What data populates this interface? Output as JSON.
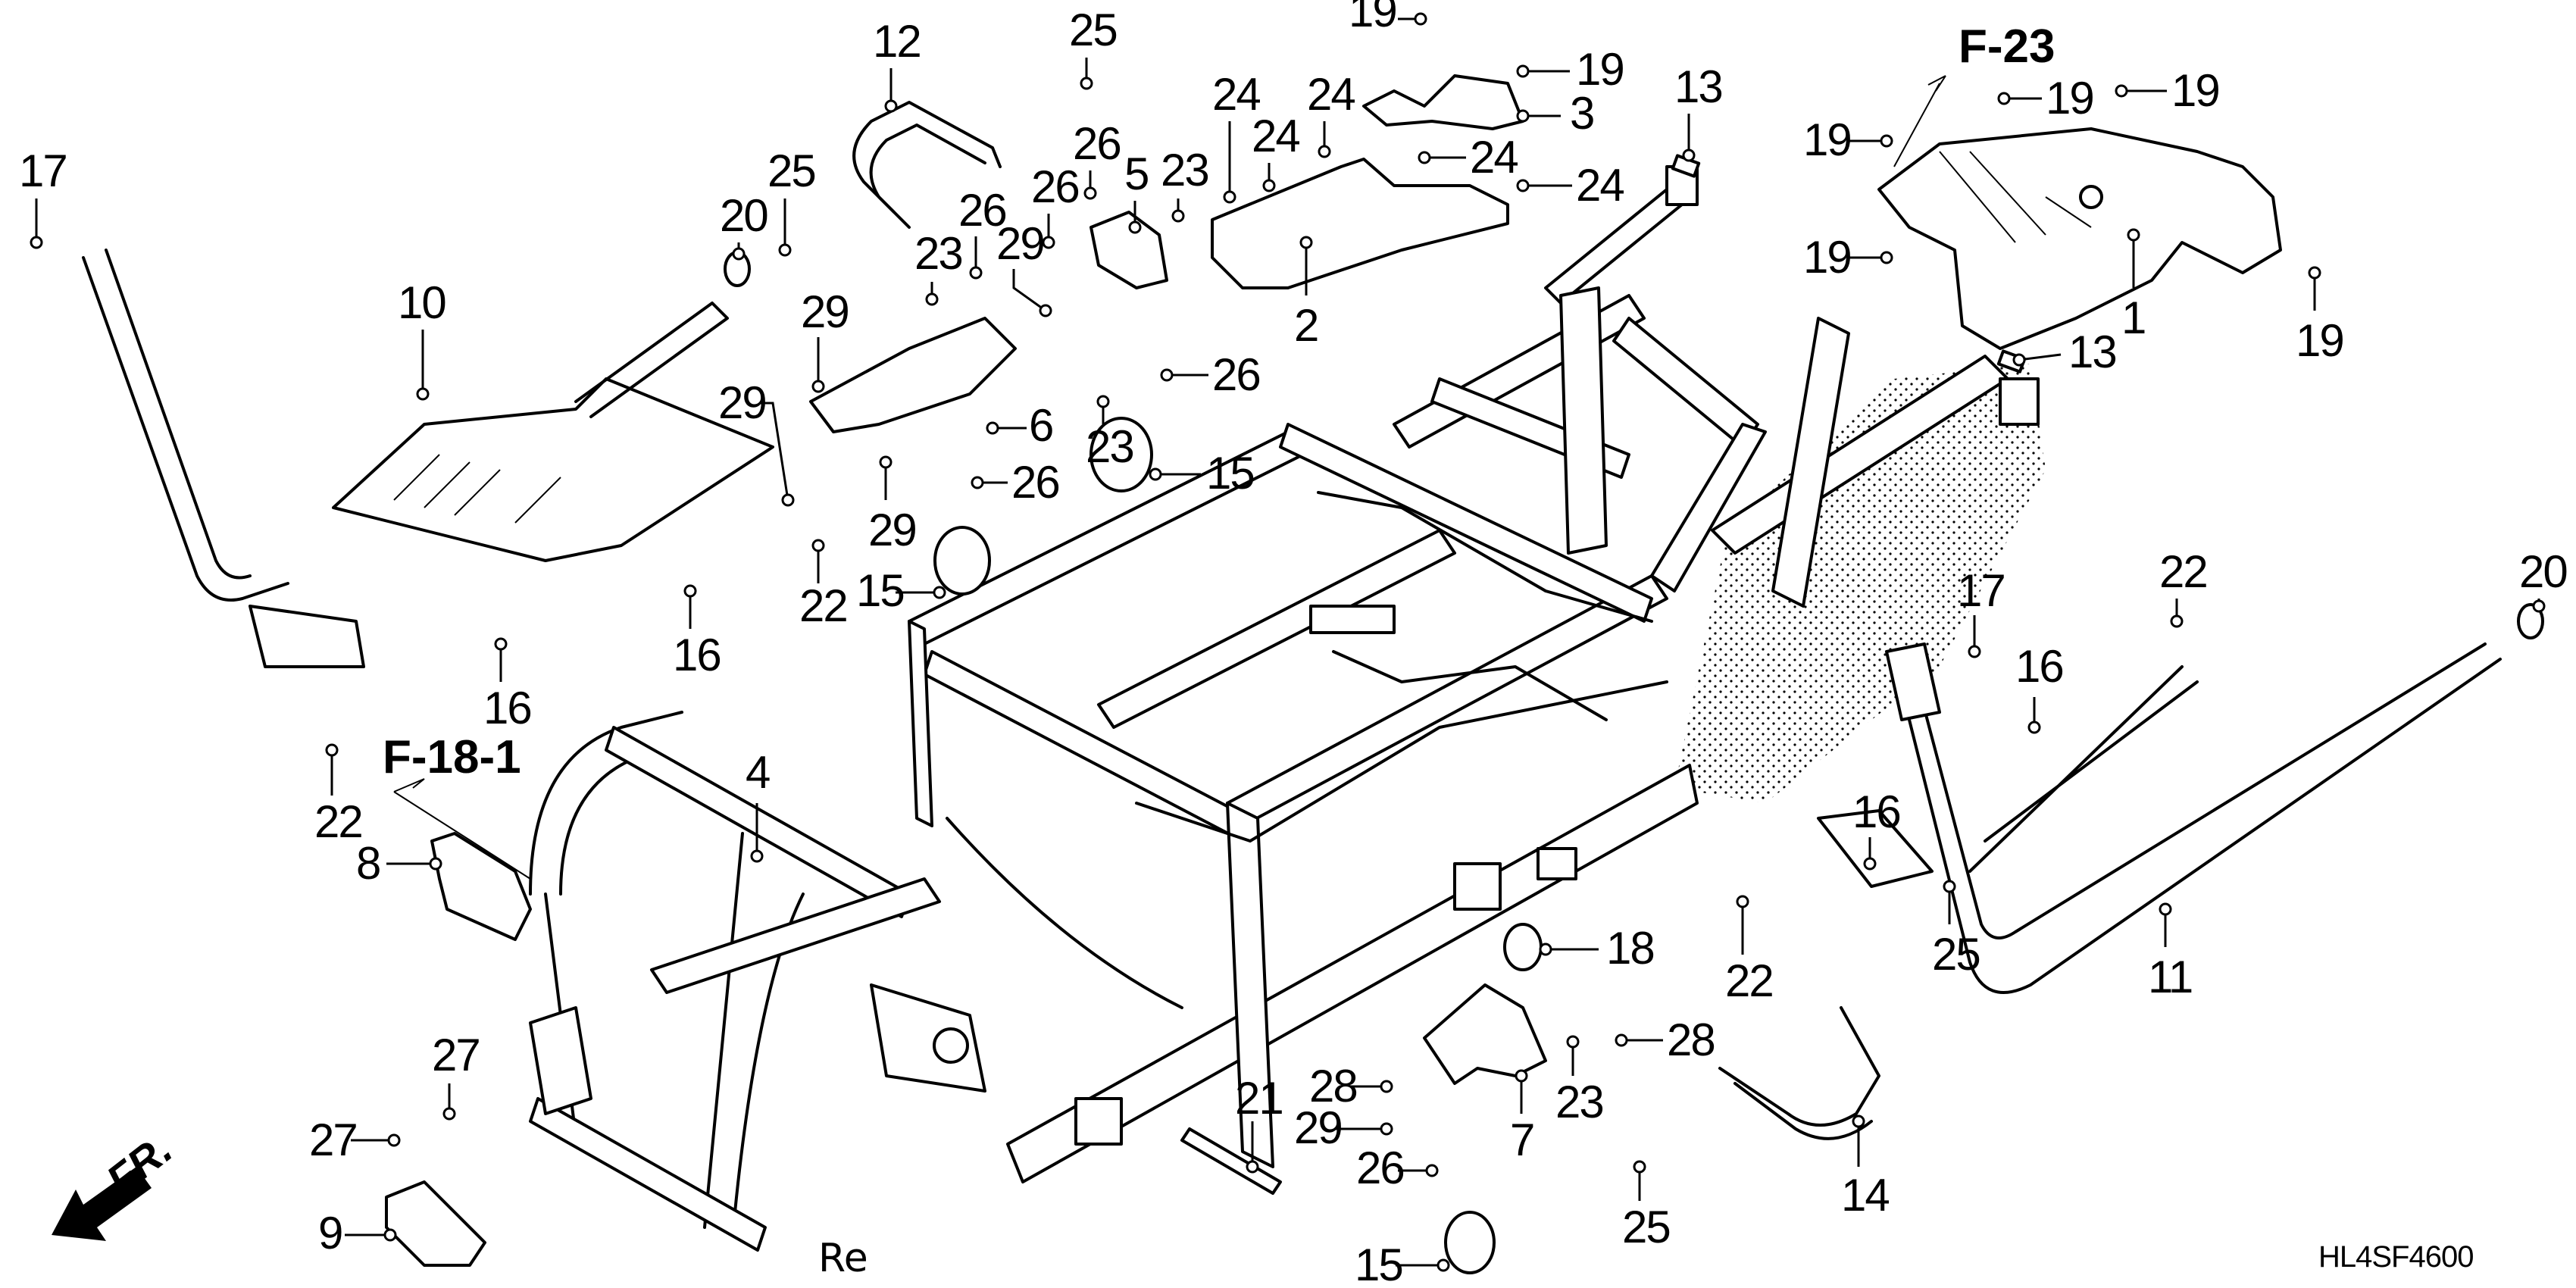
{
  "diagram": {
    "title_code": "HL4SF4600",
    "front_indicator": "FR.",
    "bottom_note": "Re",
    "references": [
      {
        "id": "ref-f23",
        "text": "F-23"
      },
      {
        "id": "ref-f18-1",
        "text": "F-18-1"
      }
    ],
    "callouts": [
      {
        "part": "1",
        "name": "callout-1"
      },
      {
        "part": "2",
        "name": "callout-2"
      },
      {
        "part": "3",
        "name": "callout-3"
      },
      {
        "part": "4",
        "name": "callout-4"
      },
      {
        "part": "5",
        "name": "callout-5"
      },
      {
        "part": "6",
        "name": "callout-6"
      },
      {
        "part": "7",
        "name": "callout-7"
      },
      {
        "part": "8",
        "name": "callout-8"
      },
      {
        "part": "9",
        "name": "callout-9"
      },
      {
        "part": "10",
        "name": "callout-10"
      },
      {
        "part": "11",
        "name": "callout-11"
      },
      {
        "part": "12",
        "name": "callout-12"
      },
      {
        "part": "13",
        "name": "callout-13-a"
      },
      {
        "part": "13",
        "name": "callout-13-b"
      },
      {
        "part": "14",
        "name": "callout-14"
      },
      {
        "part": "15",
        "name": "callout-15-a"
      },
      {
        "part": "15",
        "name": "callout-15-b"
      },
      {
        "part": "15",
        "name": "callout-15-c"
      },
      {
        "part": "16",
        "name": "callout-16-a"
      },
      {
        "part": "16",
        "name": "callout-16-b"
      },
      {
        "part": "16",
        "name": "callout-16-c"
      },
      {
        "part": "16",
        "name": "callout-16-d"
      },
      {
        "part": "17",
        "name": "callout-17-a"
      },
      {
        "part": "17",
        "name": "callout-17-b"
      },
      {
        "part": "18",
        "name": "callout-18"
      },
      {
        "part": "19",
        "name": "callout-19-a"
      },
      {
        "part": "19",
        "name": "callout-19-b"
      },
      {
        "part": "19",
        "name": "callout-19-c"
      },
      {
        "part": "19",
        "name": "callout-19-d"
      },
      {
        "part": "19",
        "name": "callout-19-e"
      },
      {
        "part": "19",
        "name": "callout-19-f"
      },
      {
        "part": "19",
        "name": "callout-19-g"
      },
      {
        "part": "20",
        "name": "callout-20-a"
      },
      {
        "part": "20",
        "name": "callout-20-b"
      },
      {
        "part": "21",
        "name": "callout-21"
      },
      {
        "part": "22",
        "name": "callout-22-a"
      },
      {
        "part": "22",
        "name": "callout-22-b"
      },
      {
        "part": "22",
        "name": "callout-22-c"
      },
      {
        "part": "22",
        "name": "callout-22-d"
      },
      {
        "part": "23",
        "name": "callout-23-a"
      },
      {
        "part": "23",
        "name": "callout-23-b"
      },
      {
        "part": "23",
        "name": "callout-23-c"
      },
      {
        "part": "23",
        "name": "callout-23-d"
      },
      {
        "part": "24",
        "name": "callout-24-a"
      },
      {
        "part": "24",
        "name": "callout-24-b"
      },
      {
        "part": "24",
        "name": "callout-24-c"
      },
      {
        "part": "24",
        "name": "callout-24-d"
      },
      {
        "part": "24",
        "name": "callout-24-e"
      },
      {
        "part": "25",
        "name": "callout-25-a"
      },
      {
        "part": "25",
        "name": "callout-25-b"
      },
      {
        "part": "25",
        "name": "callout-25-c"
      },
      {
        "part": "25",
        "name": "callout-25-d"
      },
      {
        "part": "26",
        "name": "callout-26-a"
      },
      {
        "part": "26",
        "name": "callout-26-b"
      },
      {
        "part": "26",
        "name": "callout-26-c"
      },
      {
        "part": "26",
        "name": "callout-26-d"
      },
      {
        "part": "26",
        "name": "callout-26-e"
      },
      {
        "part": "26",
        "name": "callout-26-f"
      },
      {
        "part": "27",
        "name": "callout-27-a"
      },
      {
        "part": "27",
        "name": "callout-27-b"
      },
      {
        "part": "28",
        "name": "callout-28-a"
      },
      {
        "part": "28",
        "name": "callout-28-b"
      },
      {
        "part": "29",
        "name": "callout-29-a"
      },
      {
        "part": "29",
        "name": "callout-29-b"
      },
      {
        "part": "29",
        "name": "callout-29-c"
      },
      {
        "part": "29",
        "name": "callout-29-d"
      },
      {
        "part": "29",
        "name": "callout-29-e"
      }
    ]
  }
}
